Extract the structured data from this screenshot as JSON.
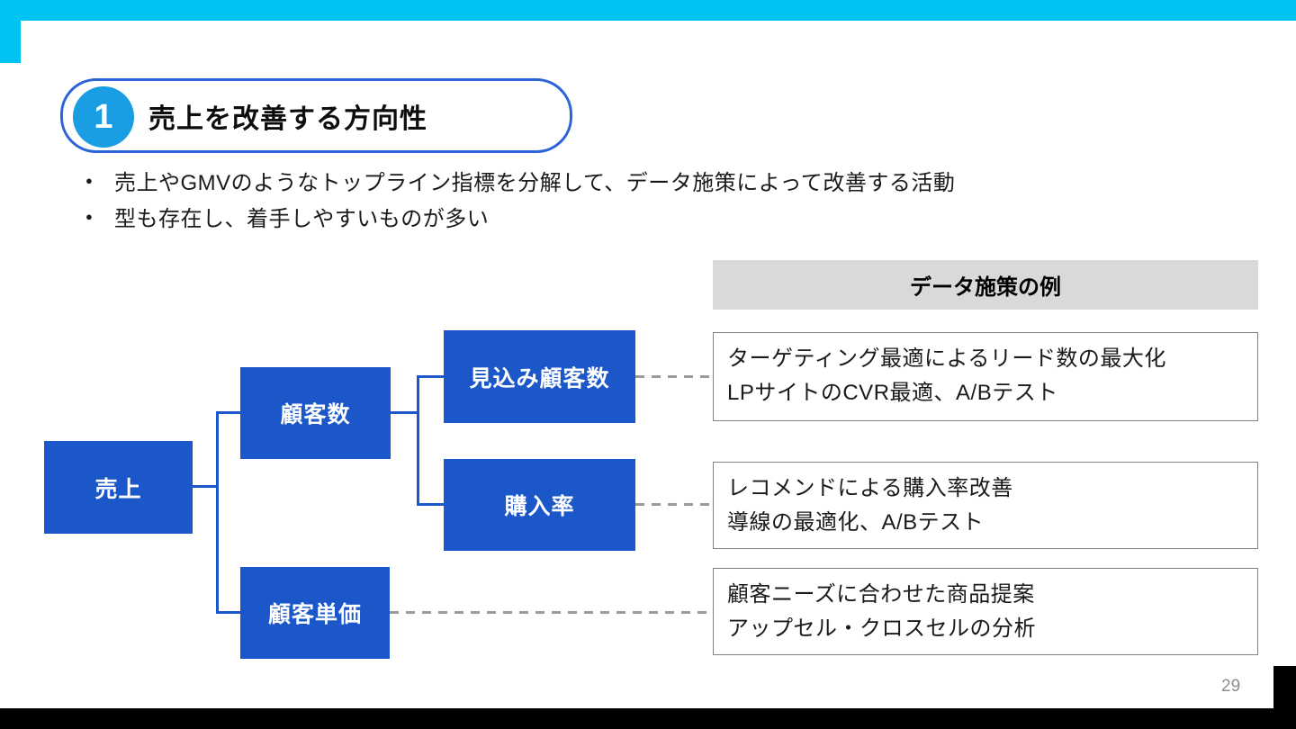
{
  "slide": {
    "page_number": "29",
    "title": {
      "number": "1",
      "text": "売上を改善する方向性"
    },
    "bullets": [
      "売上やGMVのようなトップライン指標を分解して、データ施策によって改善する活動",
      "型も存在し、着手しやすいものが多い"
    ],
    "tree": {
      "nodes": {
        "sales": "売上",
        "customer_count": "顧客数",
        "customer_unit_price": "顧客単価",
        "prospect_count": "見込み顧客数",
        "purchase_rate": "購入率"
      }
    },
    "examples": {
      "header": "データ施策の例",
      "items": [
        {
          "lines": [
            "ターゲティング最適によるリード数の最大化",
            "LPサイトのCVR最適、A/Bテスト"
          ]
        },
        {
          "lines": [
            "レコメンドによる購入率改善",
            "導線の最適化、A/Bテスト"
          ]
        },
        {
          "lines": [
            "顧客ニーズに合わせた商品提案",
            "アップセル・クロスセルの分析"
          ]
        }
      ]
    }
  },
  "colors": {
    "cyan": "#00c2f3",
    "node_blue": "#1b57c8",
    "circle_blue": "#1a9ee3",
    "title_border": "#2b63d9",
    "header_gray": "#d9d9d9",
    "dash_gray": "#9b9b9b"
  }
}
